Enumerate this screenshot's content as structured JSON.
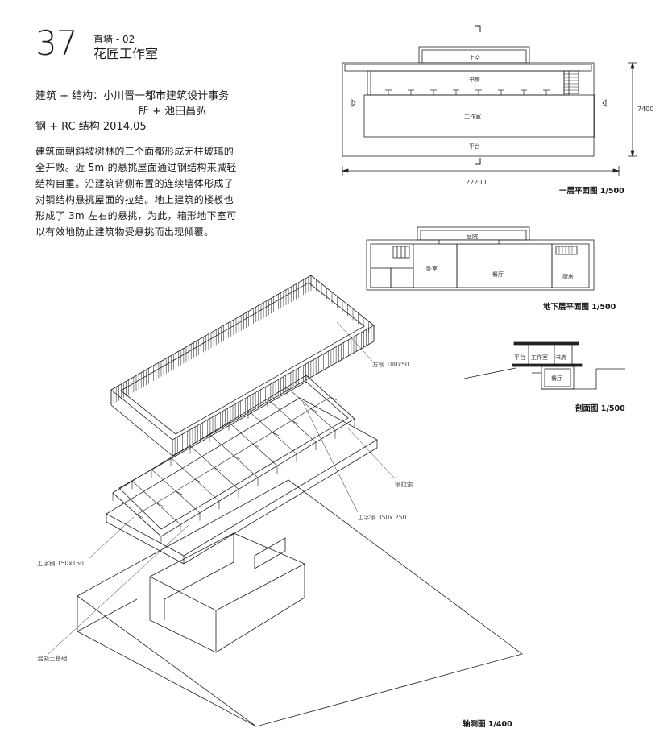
{
  "header": {
    "number": "37",
    "subtitle": "直墙 - 02",
    "title": "花匠工作室"
  },
  "credits": {
    "line1": "建筑 + 结构：小川晋一都市建筑设计事务",
    "line2": "所 + 池田昌弘",
    "line3": "钢 + RC 结构   2014.05"
  },
  "body": "建筑面朝斜坡树林的三个面都形成无柱玻璃的全开敞。近 5m 的悬挑屋面通过钢结构来减轻结构自重。沿建筑背侧布置的连续墙体形成了对钢结构悬挑屋面的拉结。地上建筑的楼板也形成了 3m 左右的悬挑，为此，箱形地下室可以有效地防止建筑物受悬挑而出现倾覆。",
  "ground_plan": {
    "rooms": {
      "top": "上空",
      "study": "书房",
      "workshop": "工作室",
      "terrace": "平台"
    },
    "dim_width": "22200",
    "dim_depth": "7400",
    "caption": "一层平面图 1/500"
  },
  "basement_plan": {
    "rooms": {
      "courtyard": "庭院",
      "bedroom": "卧室",
      "dining": "餐厅",
      "kitchen": "厨房"
    },
    "caption": "地下层平面图 1/500"
  },
  "section": {
    "labels": {
      "terrace": "平台",
      "workshop": "工作室",
      "study": "书房",
      "dining": "餐厅"
    },
    "caption": "剖面图 1/500"
  },
  "axonometric": {
    "callouts": {
      "square_steel": "方钢 100x50",
      "steel_cable": "钢拉索",
      "i_beam_large": "工字钢 350x 250",
      "i_beam_small": "工字钢 150x150",
      "concrete_foundation": "混凝土基础"
    },
    "caption": "轴测图 1/400"
  }
}
